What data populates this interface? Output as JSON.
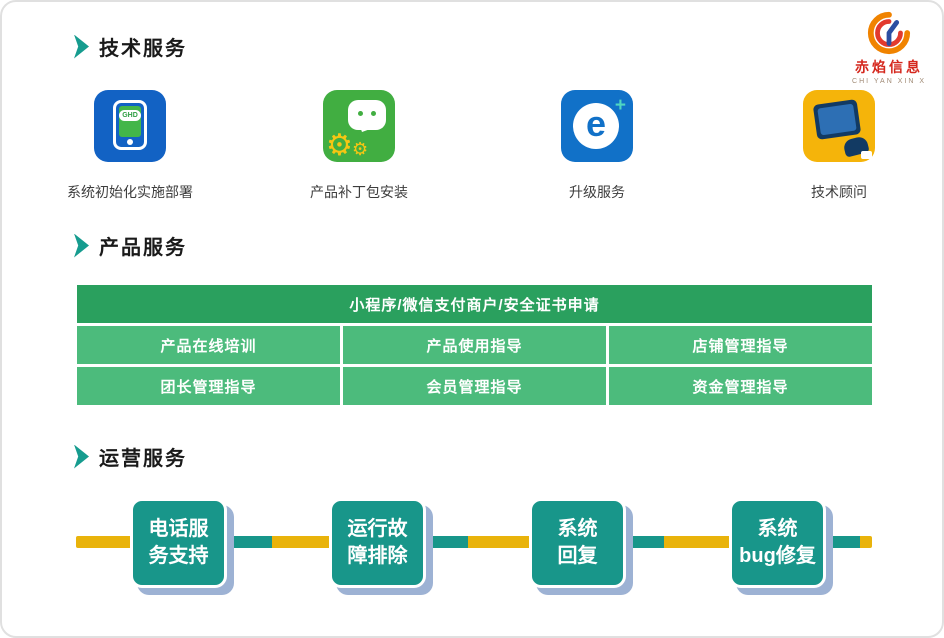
{
  "logo": {
    "name": "赤焰信息",
    "subtitle": "CHI YAN XIN X"
  },
  "tech": {
    "title": "技术服务",
    "items": [
      {
        "label": "系统初始化实施部署",
        "icon": "pos-device-icon",
        "badge": "GHD"
      },
      {
        "label": "产品补丁包安装",
        "icon": "wechat-gears-icon",
        "gear": "⚙"
      },
      {
        "label": "升级服务",
        "icon": "e-plus-icon",
        "letter": "e",
        "plus": "+"
      },
      {
        "label": "技术顾问",
        "icon": "hand-tablet-icon"
      }
    ]
  },
  "product": {
    "title": "产品服务",
    "table": {
      "header": "小程序/微信支付商户/安全证书申请",
      "rows": [
        [
          "产品在线培训",
          "产品使用指导",
          "店铺管理指导"
        ],
        [
          "团长管理指导",
          "会员管理指导",
          "资金管理指导"
        ]
      ]
    }
  },
  "operation": {
    "title": "运营服务",
    "steps": [
      "电话服\n务支持",
      "运行故\n障排除",
      "系统\n回复",
      "系统\nbug修复"
    ]
  },
  "colors": {
    "accent_teal": "#169c8f",
    "table_header_green": "#2aa05e",
    "table_cell_green": "#4cbb7c",
    "timeline_yellow": "#e9b30b",
    "timeline_teal": "#18968a",
    "step_box_teal": "#18968a",
    "step_shadow_blue": "#9db2d4",
    "logo_red": "#d5281e"
  }
}
